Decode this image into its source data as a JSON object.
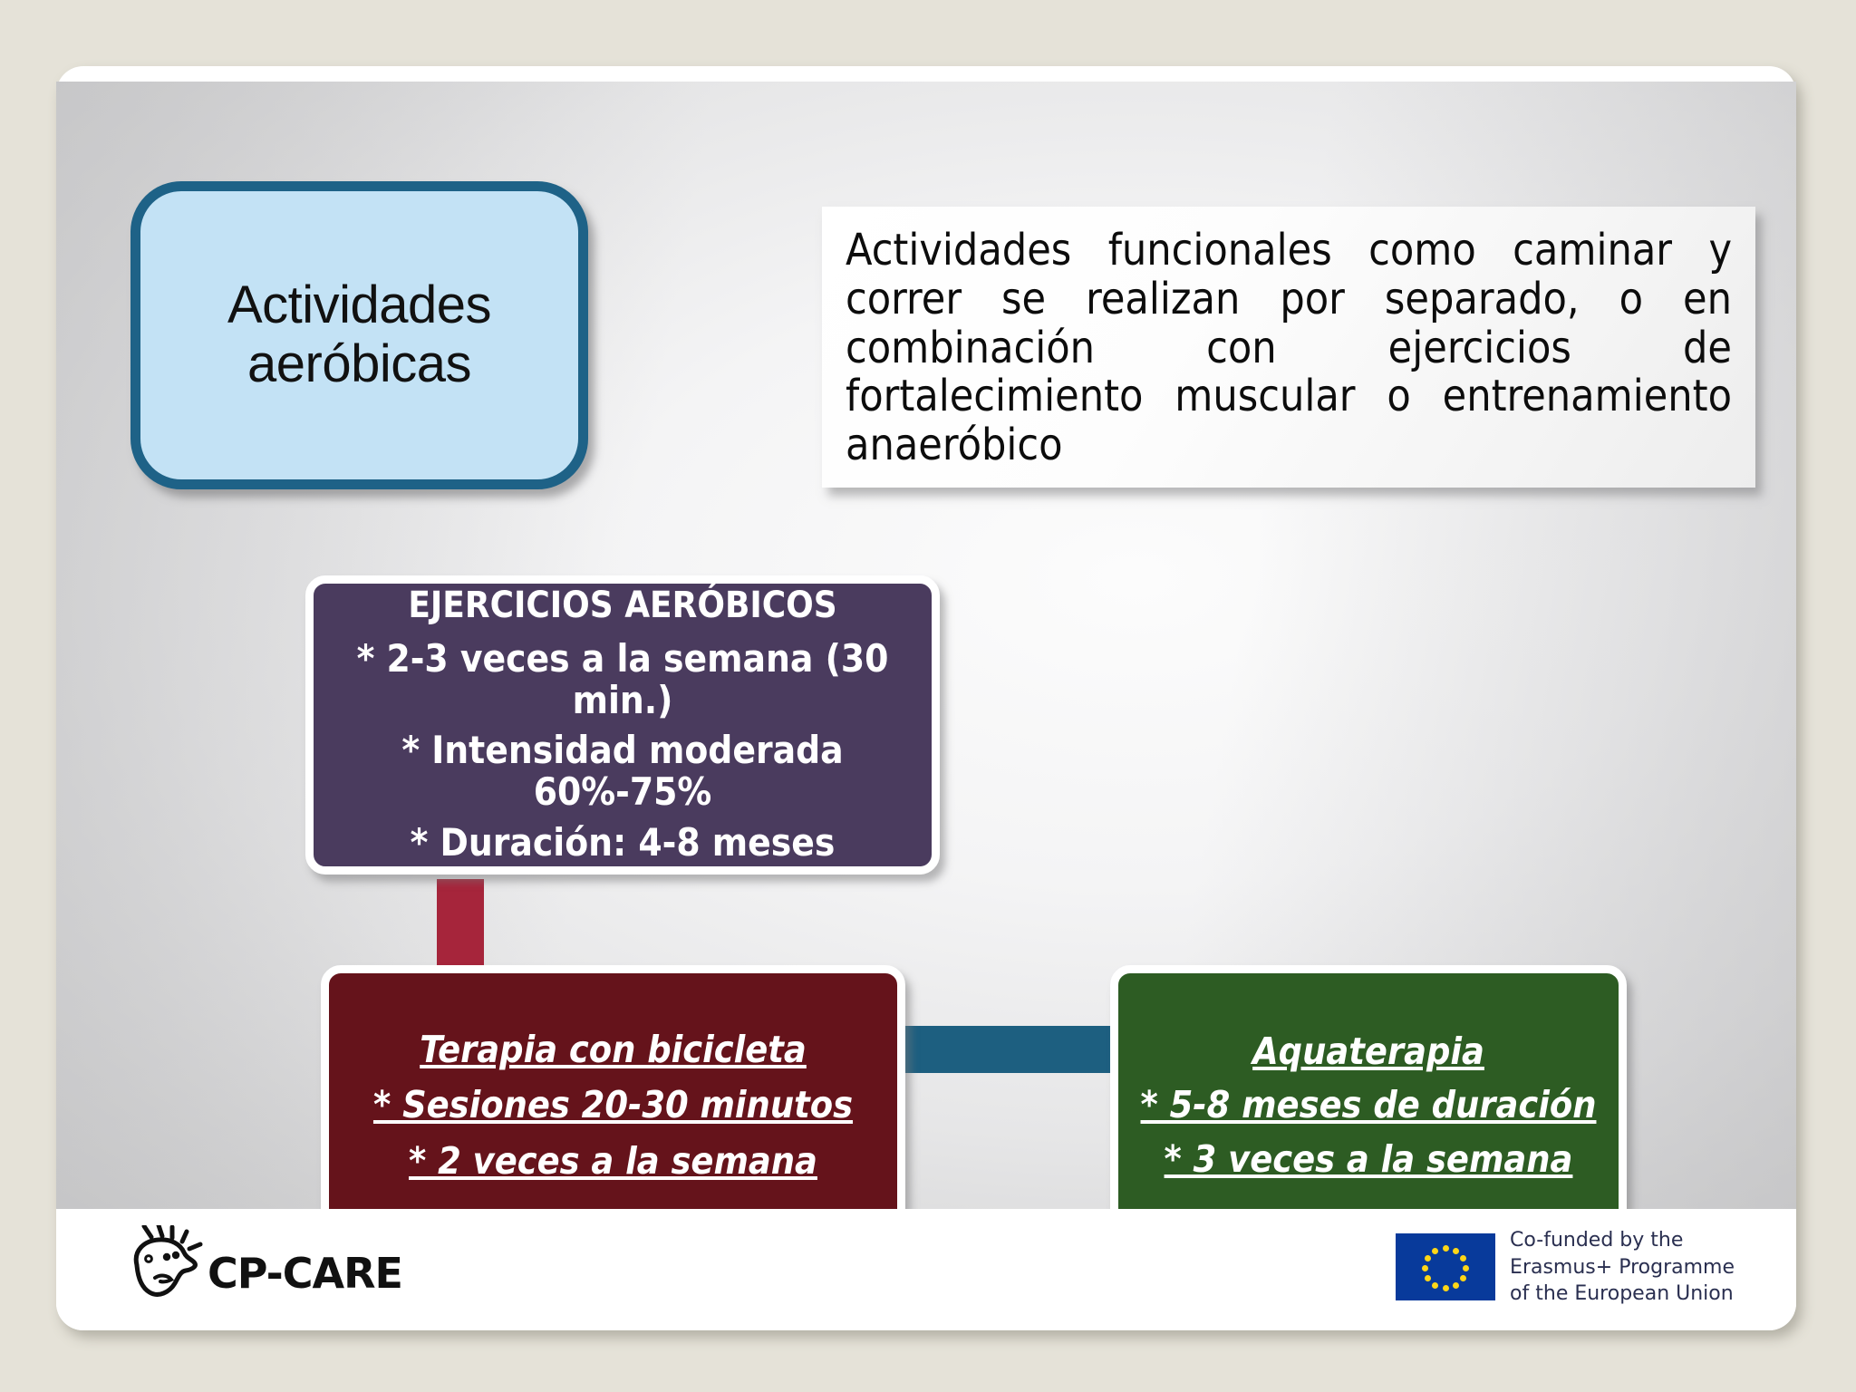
{
  "slide": {
    "title_box": {
      "text": "Actividades aeróbicas"
    },
    "description_box": {
      "text": "Actividades funcionales como caminar y correr se realizan por separado, o en combinación con ejercicios de fortalecimiento muscular o entrenamiento anaeróbico"
    },
    "aerobic_box": {
      "heading": "EJERCICIOS AERÓBICOS",
      "lines": [
        "* 2-3 veces a la semana (30 min.)",
        "* Intensidad moderada 60%-75%",
        "* Duración: 4-8 meses"
      ]
    },
    "bike_box": {
      "heading": "Terapia con bicicleta",
      "lines": [
        "* Sesiones 20-30 minutos",
        "* 2 veces a la semana"
      ]
    },
    "aqua_box": {
      "heading": "Aquaterapia",
      "lines": [
        "* 5-8 meses de duración",
        "* 3 veces a la semana"
      ]
    }
  },
  "footer": {
    "cp_care_label": "CP-CARE",
    "eu_funding_text": "Co-funded by the\nErasmus+ Programme\nof the European Union"
  },
  "colors": {
    "page_background": "#e5e2d8",
    "slide_background": "#ffffff",
    "title_box_fill": "#c3e2f5",
    "title_box_border": "#1e6287",
    "aerobic_box_fill": "#4a3b5e",
    "bike_box_fill": "#65131b",
    "aqua_box_fill": "#2d5c23",
    "connector_vertical": "#a6253b",
    "connector_horizontal": "#1d5f80",
    "eu_flag_blue": "#083a9b",
    "eu_star_yellow": "#ffd617"
  }
}
